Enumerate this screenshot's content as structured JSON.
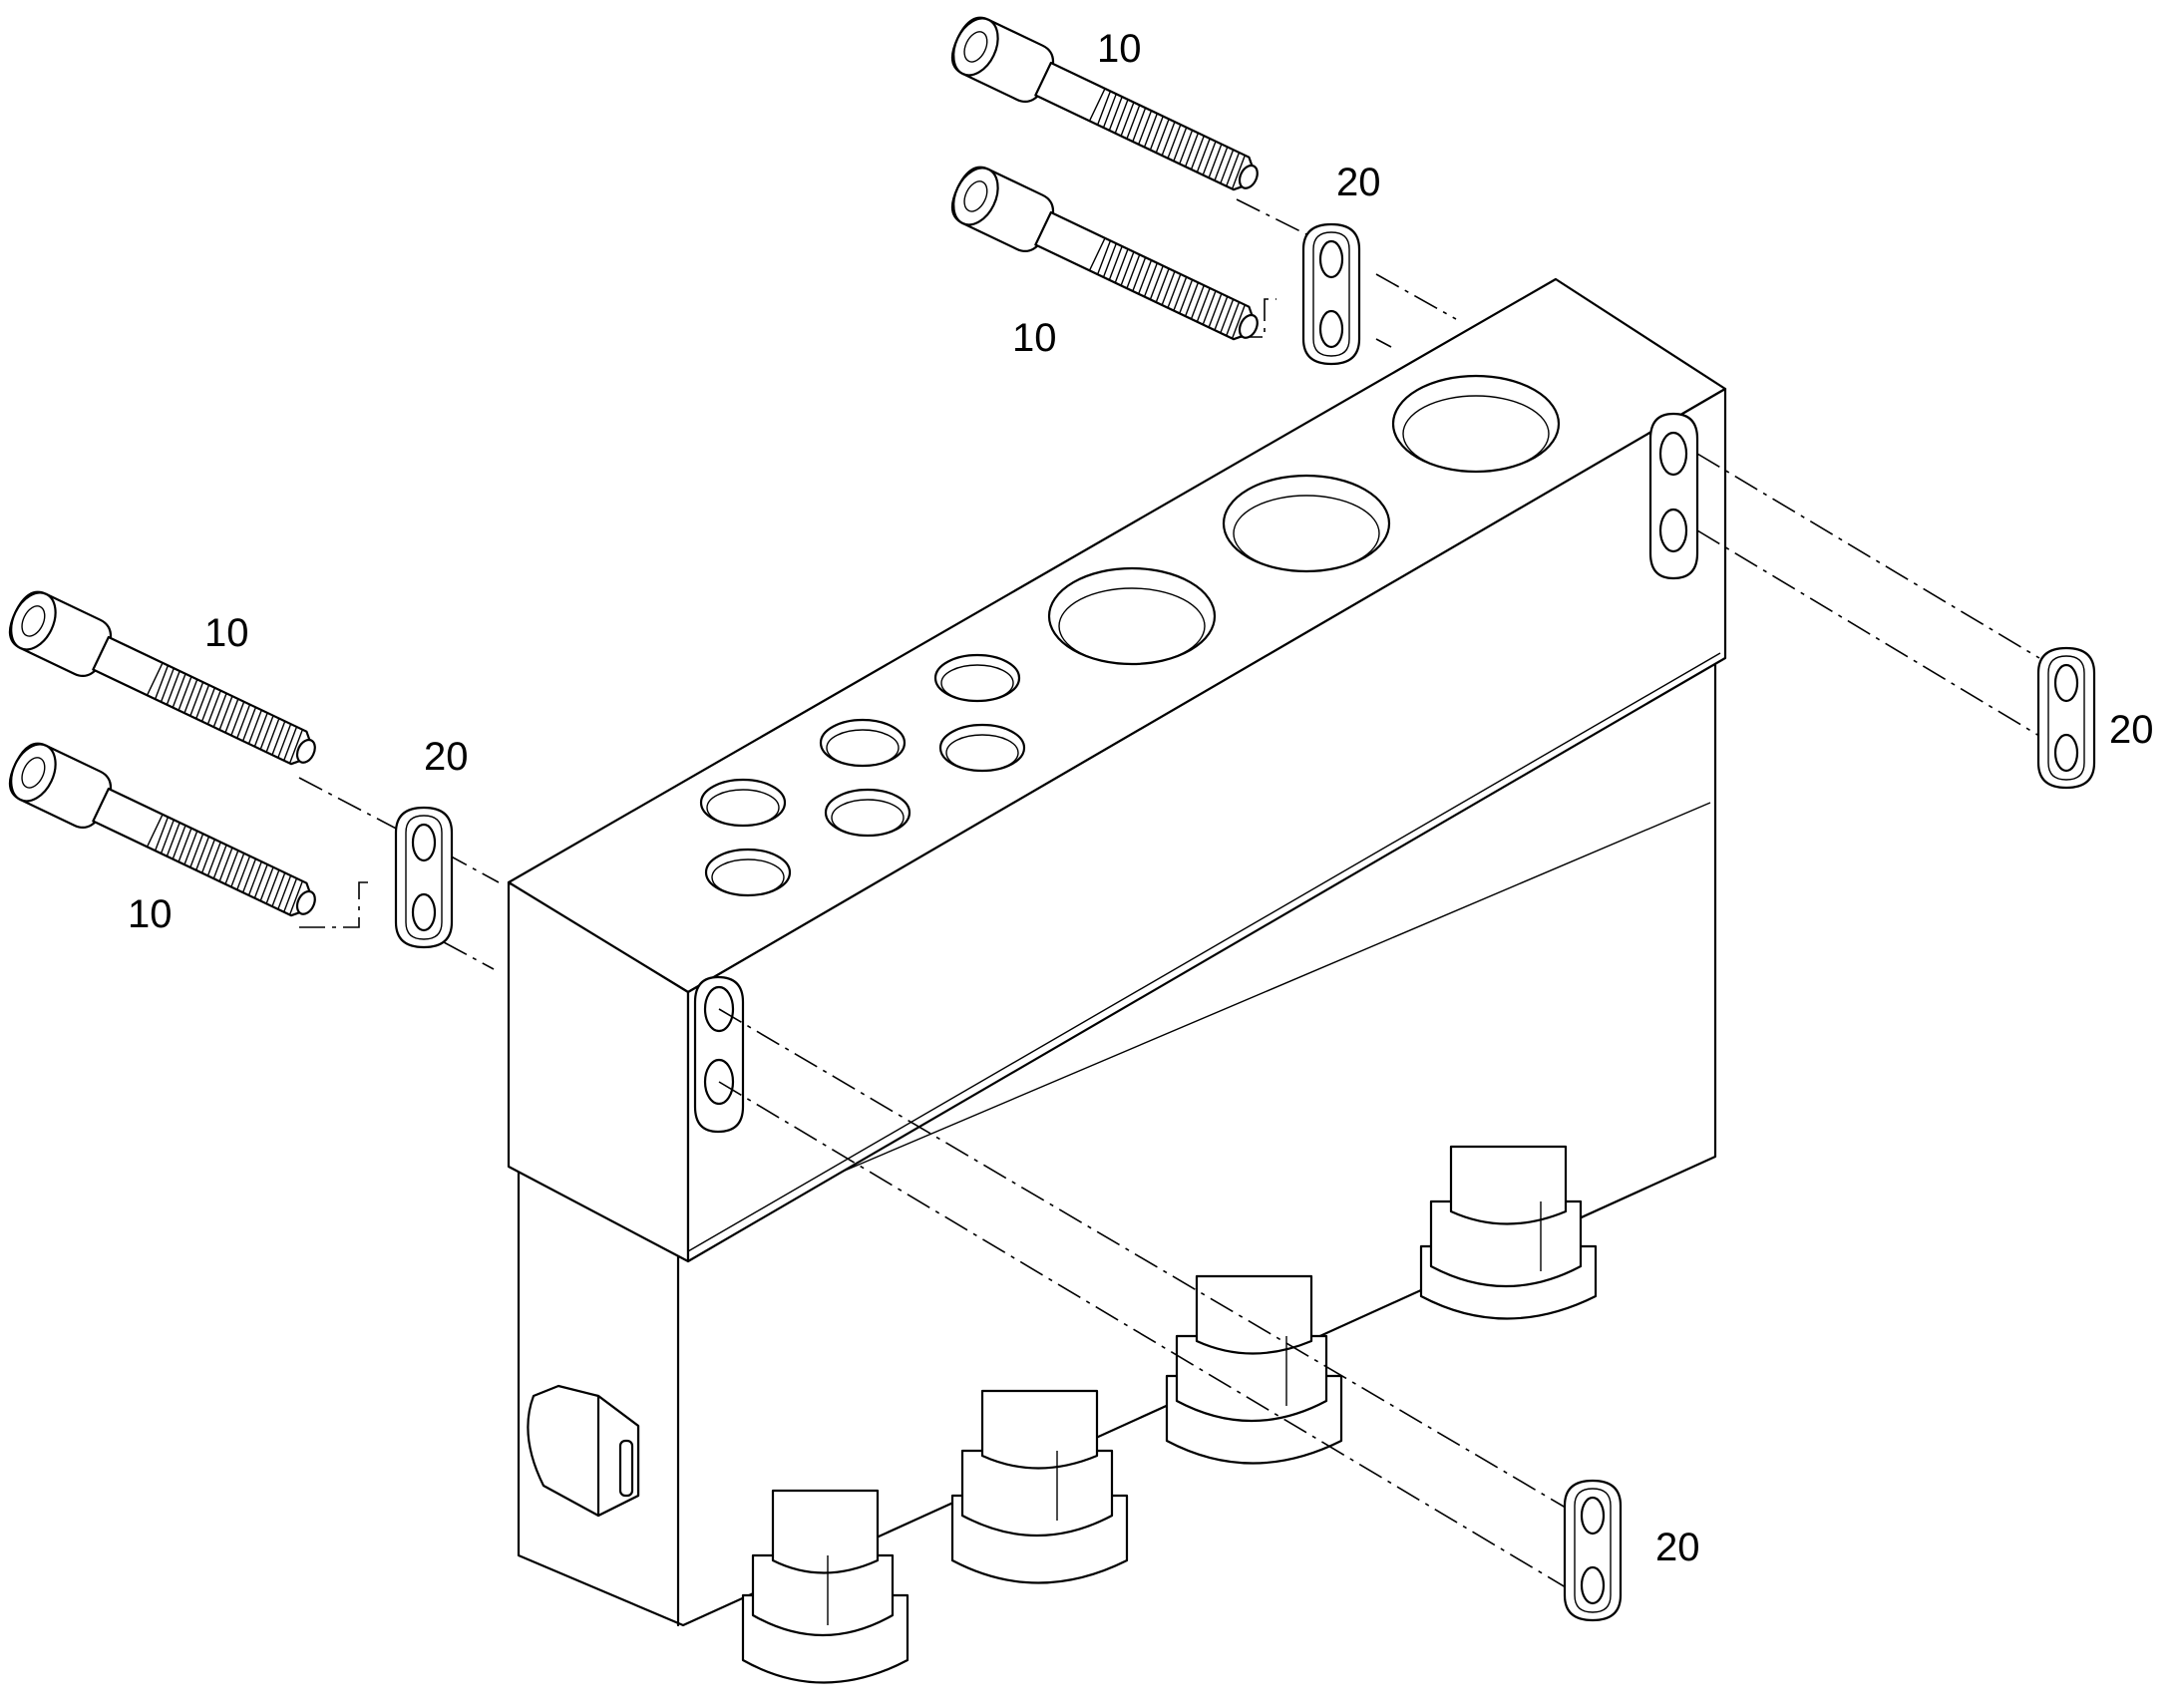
{
  "diagram": {
    "type": "exploded-parts-view",
    "callouts": [
      {
        "id": "c1",
        "label": "10",
        "part": "bolt-top-upper"
      },
      {
        "id": "c2",
        "label": "10",
        "part": "bolt-top-lower"
      },
      {
        "id": "c3",
        "label": "20",
        "part": "washer-top"
      },
      {
        "id": "c4",
        "label": "20",
        "part": "washer-right"
      },
      {
        "id": "c5",
        "label": "10",
        "part": "bolt-left-upper"
      },
      {
        "id": "c6",
        "label": "10",
        "part": "bolt-left-lower"
      },
      {
        "id": "c7",
        "label": "20",
        "part": "washer-left"
      },
      {
        "id": "c8",
        "label": "20",
        "part": "washer-bottom"
      }
    ]
  }
}
